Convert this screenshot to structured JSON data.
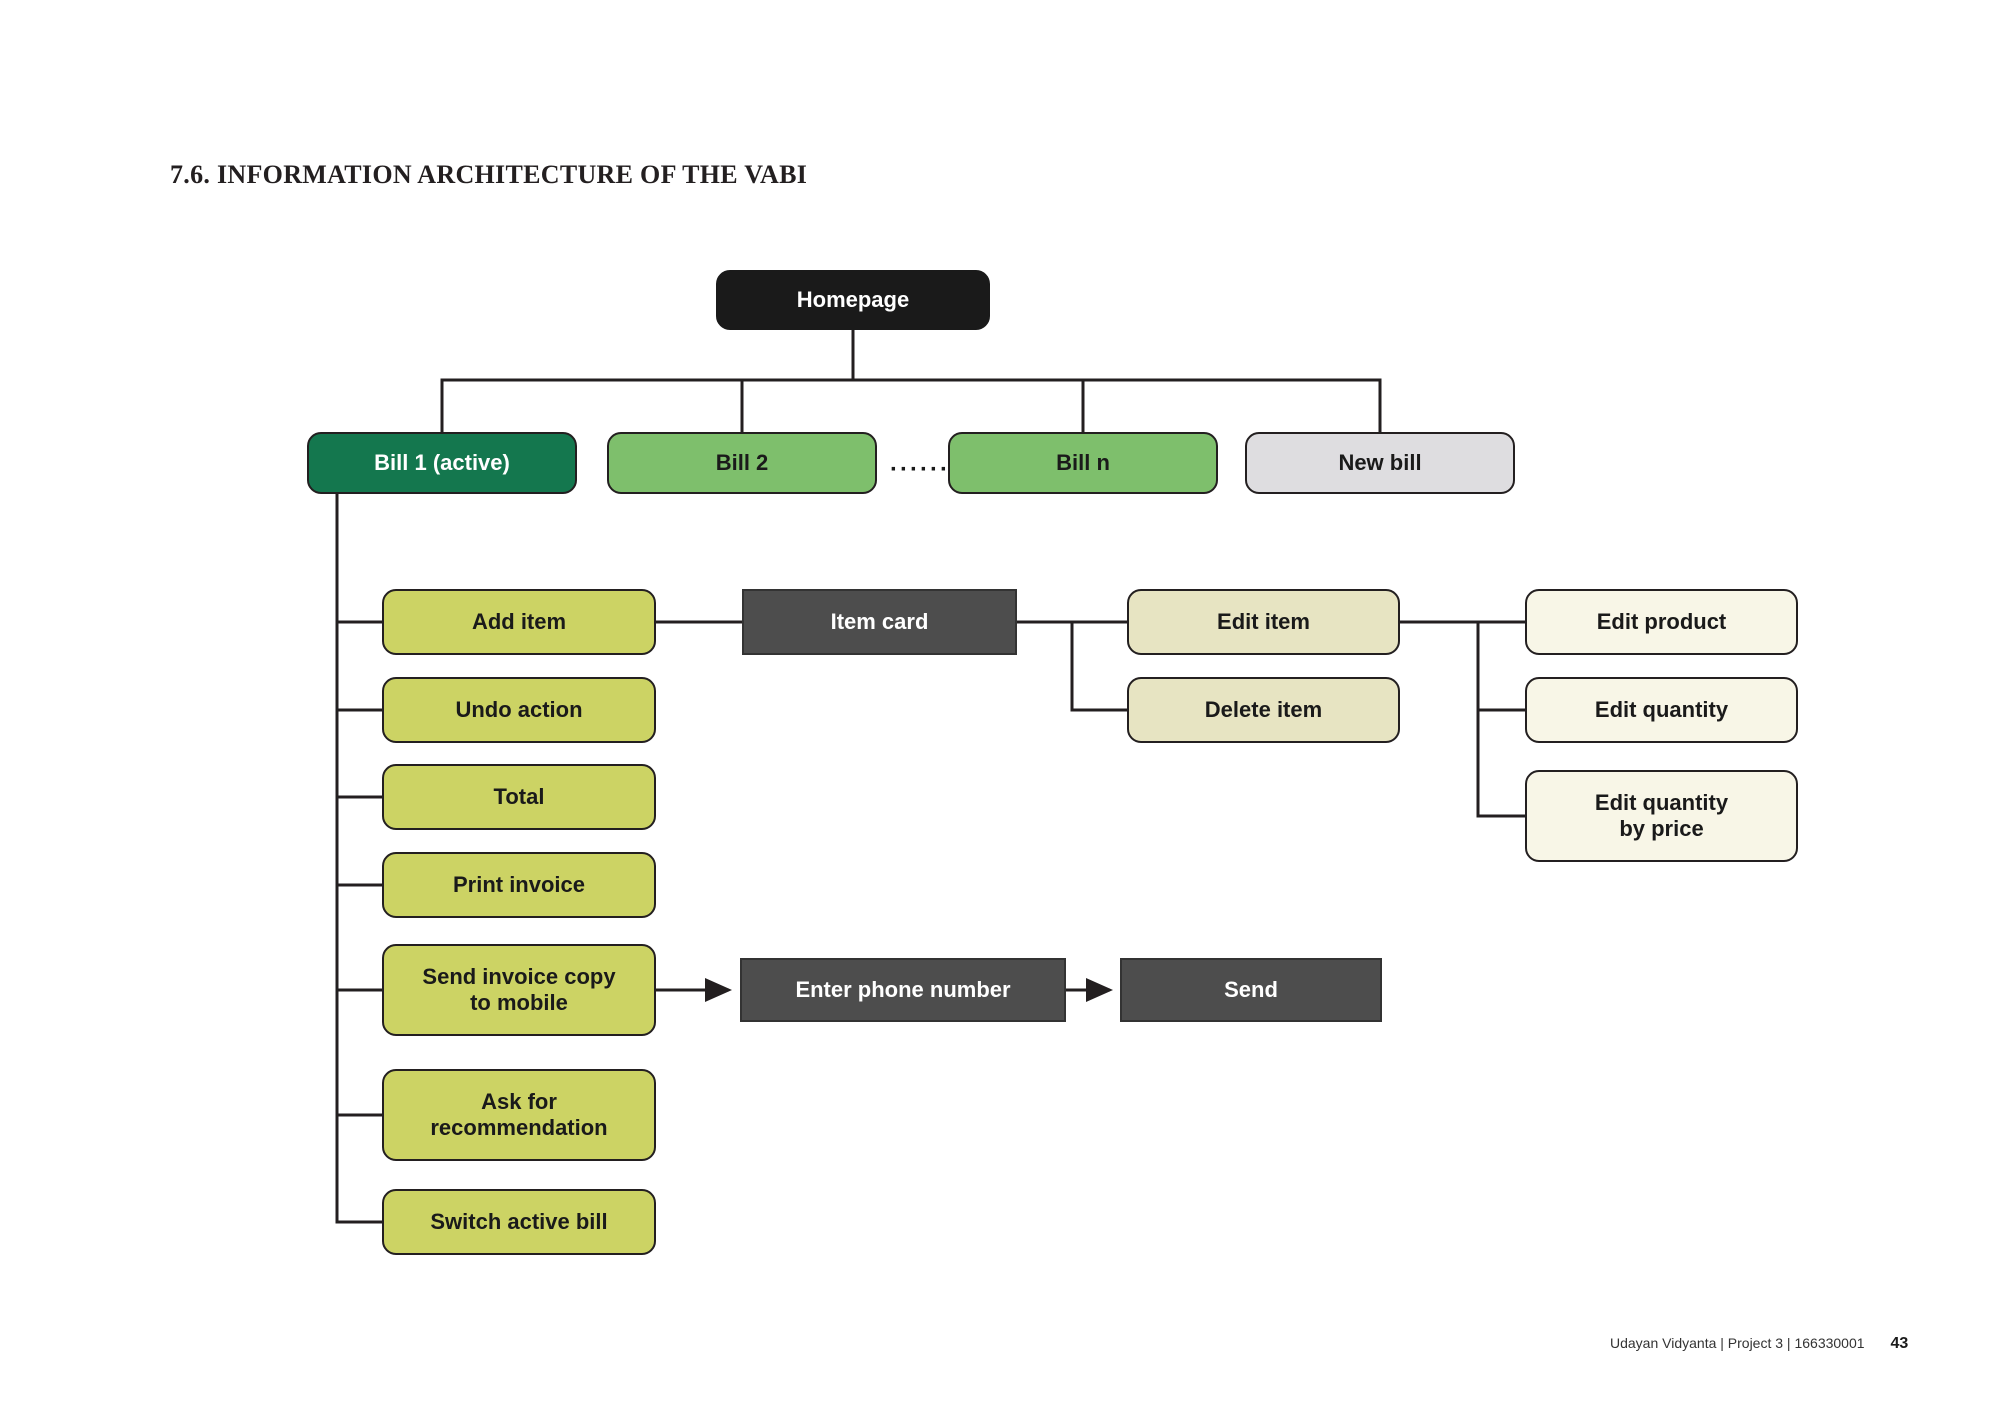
{
  "document": {
    "section_title": "7.6. INFORMATION ARCHITECTURE OF THE VABI",
    "footer_credit": "Udayan Vidyanta | Project 3 | 166330001",
    "footer_page": "43"
  },
  "palette": {
    "black": "#1a1a1a",
    "dark_green": "#14774e",
    "green": "#7ebf6c",
    "grey": "#dedde0",
    "khaki": "#ccd364",
    "dark_grey": "#4d4d4d",
    "beige": "#e7e4c2",
    "cream": "#f8f6e7",
    "stroke": "#231f20",
    "page_background": "#ffffff"
  },
  "chart_data": {
    "type": "diagram",
    "title": "7.6. INFORMATION ARCHITECTURE OF THE VABI",
    "diagram_kind": "information-architecture-tree",
    "nodes": [
      {
        "id": "homepage",
        "label": "Homepage",
        "level": 0,
        "style": "black",
        "shape": "rounded"
      },
      {
        "id": "bill1",
        "label": "Bill 1 (active)",
        "level": 1,
        "style": "dark_green",
        "shape": "rounded"
      },
      {
        "id": "bill2",
        "label": "Bill 2",
        "level": 1,
        "style": "green",
        "shape": "rounded"
      },
      {
        "id": "billn",
        "label": "Bill n",
        "level": 1,
        "style": "green",
        "shape": "rounded"
      },
      {
        "id": "newbill",
        "label": "New bill",
        "level": 1,
        "style": "grey",
        "shape": "rounded"
      },
      {
        "id": "additem",
        "label": "Add item",
        "level": 2,
        "style": "khaki",
        "shape": "rounded"
      },
      {
        "id": "undoaction",
        "label": "Undo action",
        "level": 2,
        "style": "khaki",
        "shape": "rounded"
      },
      {
        "id": "total",
        "label": "Total",
        "level": 2,
        "style": "khaki",
        "shape": "rounded"
      },
      {
        "id": "printinvoice",
        "label": "Print invoice",
        "level": 2,
        "style": "khaki",
        "shape": "rounded"
      },
      {
        "id": "sendinvoice",
        "label": "Send invoice copy\nto mobile",
        "level": 2,
        "style": "khaki",
        "shape": "rounded"
      },
      {
        "id": "askrecommendation",
        "label": "Ask for\nrecommendation",
        "level": 2,
        "style": "khaki",
        "shape": "rounded"
      },
      {
        "id": "switchbill",
        "label": "Switch active bill",
        "level": 2,
        "style": "khaki",
        "shape": "rounded"
      },
      {
        "id": "itemcard",
        "label": "Item card",
        "level": 3,
        "style": "dark_grey",
        "shape": "sharp"
      },
      {
        "id": "edititem",
        "label": "Edit item",
        "level": 4,
        "style": "beige",
        "shape": "rounded"
      },
      {
        "id": "deleteitem",
        "label": "Delete item",
        "level": 4,
        "style": "beige",
        "shape": "rounded"
      },
      {
        "id": "editproduct",
        "label": "Edit product",
        "level": 5,
        "style": "cream",
        "shape": "rounded"
      },
      {
        "id": "editquantity",
        "label": "Edit quantity",
        "level": 5,
        "style": "cream",
        "shape": "rounded"
      },
      {
        "id": "editquantityprice",
        "label": "Edit quantity\nby price",
        "level": 5,
        "style": "cream",
        "shape": "rounded"
      },
      {
        "id": "enterphone",
        "label": "Enter phone number",
        "level": 3,
        "style": "dark_grey",
        "shape": "sharp"
      },
      {
        "id": "send",
        "label": "Send",
        "level": 4,
        "style": "dark_grey",
        "shape": "sharp"
      }
    ],
    "edges": [
      {
        "from": "homepage",
        "to": "bill1",
        "arrow": false
      },
      {
        "from": "homepage",
        "to": "bill2",
        "arrow": false
      },
      {
        "from": "homepage",
        "to": "billn",
        "arrow": false
      },
      {
        "from": "homepage",
        "to": "newbill",
        "arrow": false
      },
      {
        "from": "bill1",
        "to": "additem",
        "arrow": false
      },
      {
        "from": "bill1",
        "to": "undoaction",
        "arrow": false
      },
      {
        "from": "bill1",
        "to": "total",
        "arrow": false
      },
      {
        "from": "bill1",
        "to": "printinvoice",
        "arrow": false
      },
      {
        "from": "bill1",
        "to": "sendinvoice",
        "arrow": false
      },
      {
        "from": "bill1",
        "to": "askrecommendation",
        "arrow": false
      },
      {
        "from": "bill1",
        "to": "switchbill",
        "arrow": false
      },
      {
        "from": "additem",
        "to": "itemcard",
        "arrow": false
      },
      {
        "from": "itemcard",
        "to": "edititem",
        "arrow": false
      },
      {
        "from": "itemcard",
        "to": "deleteitem",
        "arrow": false
      },
      {
        "from": "edititem",
        "to": "editproduct",
        "arrow": false
      },
      {
        "from": "edititem",
        "to": "editquantity",
        "arrow": false
      },
      {
        "from": "edititem",
        "to": "editquantityprice",
        "arrow": false
      },
      {
        "from": "sendinvoice",
        "to": "enterphone",
        "arrow": true
      },
      {
        "from": "enterphone",
        "to": "send",
        "arrow": true
      }
    ],
    "ellipsis_marker": "·······",
    "ellipsis_between": [
      "bill2",
      "billn"
    ]
  }
}
